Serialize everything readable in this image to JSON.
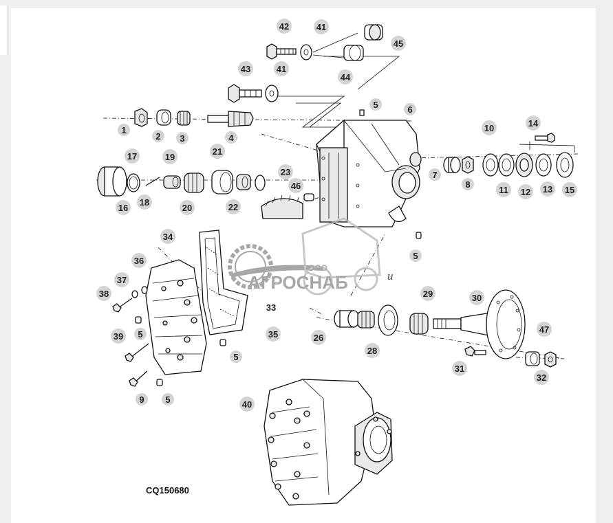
{
  "diagram": {
    "code": "CQ150680",
    "labels": [
      "1",
      "2",
      "3",
      "4",
      "5",
      "6",
      "7",
      "8",
      "9",
      "10",
      "11",
      "12",
      "13",
      "14",
      "15",
      "16",
      "17",
      "18",
      "19",
      "20",
      "21",
      "22",
      "23",
      "26",
      "28",
      "29",
      "30",
      "31",
      "32",
      "33",
      "34",
      "35",
      "36",
      "37",
      "38",
      "39",
      "40",
      "41",
      "42",
      "43",
      "44",
      "45",
      "46",
      "47"
    ],
    "stray_glyph": "u"
  },
  "watermark": {
    "small": "ООО",
    "brand": "АГРОСНАБ"
  },
  "colors": {
    "page_background": "#efefef",
    "sheet": "#ffffff",
    "badge": "#d4d4d4",
    "ink": "#111111"
  }
}
